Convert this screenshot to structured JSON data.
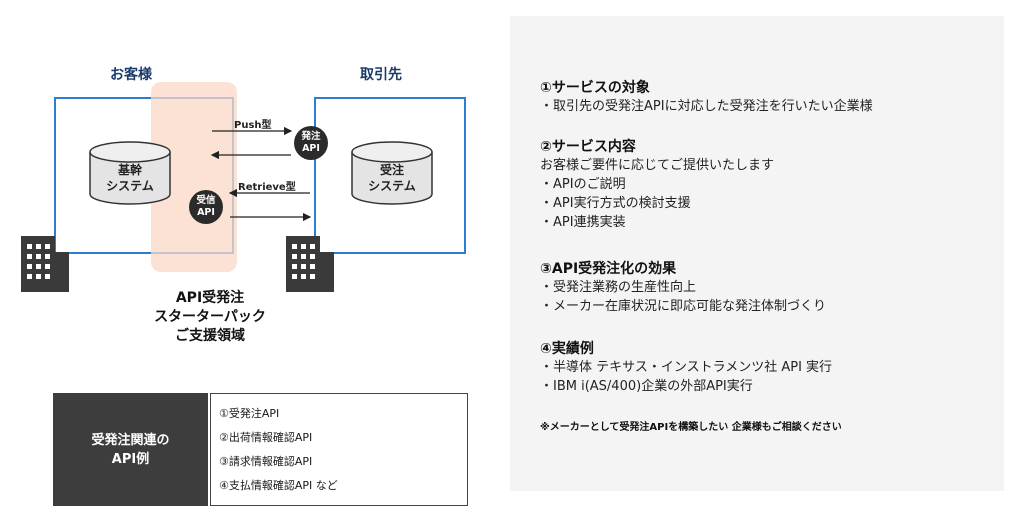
{
  "diagram": {
    "customer_label": "お客様",
    "partner_label": "取引先",
    "core_system": [
      "基幹",
      "システム"
    ],
    "order_system": [
      "受注",
      "システム"
    ],
    "push_label": "Push型",
    "retrieve_label": "Retrieve型",
    "send_api": [
      "発注",
      "API"
    ],
    "receive_api": [
      "受信",
      "API"
    ],
    "caption": [
      "API受発注",
      "スターターパック",
      "ご支援領域"
    ]
  },
  "api_examples": {
    "title": [
      "受発注関連の",
      "API例"
    ],
    "items": [
      "①受発注API",
      "②出荷情報確認API",
      "③請求情報確認API",
      "④支払情報確認API など"
    ]
  },
  "sections": [
    {
      "title": "①サービスの対象",
      "lines": [
        "・取引先の受発注APIに対応した受発注を行いたい企業様"
      ]
    },
    {
      "title": "②サービス内容",
      "lines": [
        "お客様ご要件に応じてご提供いたします",
        "・APIのご説明",
        "・API実行方式の検討支援",
        "・API連携実装"
      ]
    },
    {
      "title": "③API受発注化の効果",
      "lines": [
        "・受発注業務の生産性向上",
        "・メーカー在庫状況に即応可能な発注体制づくり"
      ]
    },
    {
      "title": "④実績例",
      "lines": [
        "・半導体 テキサス・インストラメンツ社 API 実行",
        "・IBM i(AS/400)企業の外部API実行"
      ]
    }
  ],
  "note": "※メーカーとして受発注APIを構築したい 企業様もご相談ください",
  "colors": {
    "box_border": "#2a7fd4",
    "zone": "#fbd8c5",
    "dark": "#3d3d3d"
  }
}
